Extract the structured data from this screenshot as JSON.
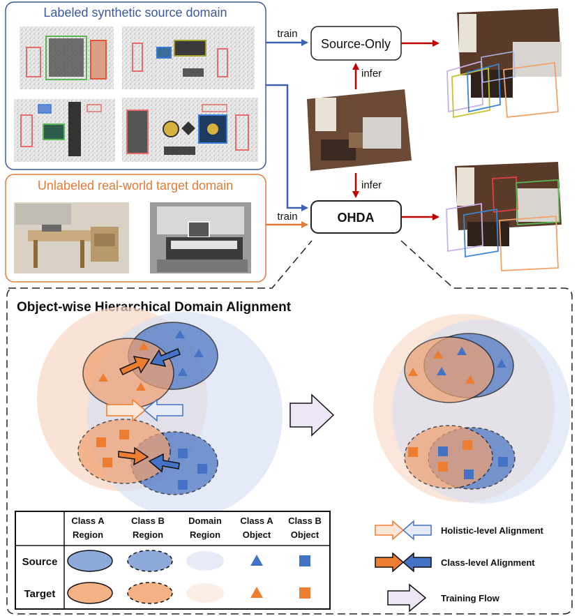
{
  "top": {
    "source_panel_title": "Labeled synthetic source domain",
    "target_panel_title": "Unlabeled real-world target domain",
    "train_label_1": "train",
    "train_label_2": "train",
    "infer_label_1": "infer",
    "infer_label_2": "infer",
    "source_only_label": "Source-Only",
    "ohda_label": "OHDA"
  },
  "bottom": {
    "title": "Object-wise Hierarchical Domain Alignment"
  },
  "legend_table": {
    "columns": [
      [
        "Class A",
        "Region"
      ],
      [
        "Class B",
        "Region"
      ],
      [
        "Domain",
        "Region"
      ],
      [
        "Class A",
        "Object"
      ],
      [
        "Class B",
        "Object"
      ]
    ],
    "rows": [
      "Source",
      "Target"
    ]
  },
  "arrow_legend": {
    "holistic": "Holistic-level Alignment",
    "class_level": "Class-level Alignment",
    "training_flow": "Training Flow"
  },
  "colors": {
    "source_blue": "#4472c4",
    "source_fill": "#8eaadb",
    "target_orange": "#ed7d31",
    "target_fill": "#f4b183",
    "source_panel_border": "#3b5998",
    "target_panel_border": "#e07b39",
    "red_arrow": "#c00000",
    "flow_arrow_fill": "#ece6f5"
  }
}
